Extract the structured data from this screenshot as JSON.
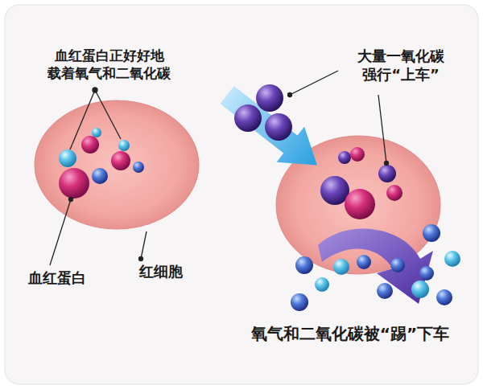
{
  "diagram": {
    "labels": [
      "血红蛋白正好好地 载着氧气和二氧化碳",
      "大量一氧化碳 强行“上车”",
      "血红蛋白",
      "红细胞",
      "氧气和二氧化碳被“踢”下车"
    ]
  }
}
